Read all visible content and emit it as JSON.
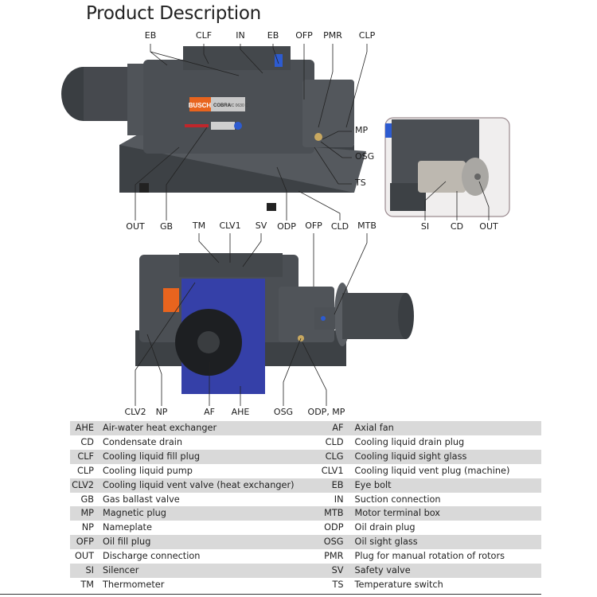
{
  "title": "Product Description",
  "figure1": {
    "brand_plate": {
      "brand": "BUSCH",
      "model": "COBRA",
      "model_code": "NC 0630 C"
    },
    "labels": {
      "eb_left": "EB",
      "clf": "CLF",
      "in": "IN",
      "eb_right": "EB",
      "ofp": "OFP",
      "pmr": "PMR",
      "clp": "CLP",
      "mp": "MP",
      "osg": "OSG",
      "ts": "TS",
      "out": "OUT",
      "gb": "GB",
      "odp": "ODP",
      "cld": "CLD"
    }
  },
  "inset": {
    "labels": {
      "si": "SI",
      "cd": "CD",
      "out": "OUT"
    }
  },
  "figure2": {
    "labels": {
      "tm": "TM",
      "clv1": "CLV1",
      "sv": "SV",
      "ofp": "OFP",
      "mtb": "MTB",
      "clv2": "CLV2",
      "np": "NP",
      "af": "AF",
      "ahe": "AHE",
      "osg": "OSG",
      "odp_mp": "ODP, MP"
    }
  },
  "legend": [
    {
      "code": "AHE",
      "desc": "Air-water heat exchanger",
      "code2": "AF",
      "desc2": "Axial fan"
    },
    {
      "code": "CD",
      "desc": "Condensate drain",
      "code2": "CLD",
      "desc2": "Cooling liquid drain plug"
    },
    {
      "code": "CLF",
      "desc": "Cooling liquid fill plug",
      "code2": "CLG",
      "desc2": "Cooling liquid sight glass"
    },
    {
      "code": "CLP",
      "desc": "Cooling liquid pump",
      "code2": "CLV1",
      "desc2": "Cooling liquid vent plug (machine)"
    },
    {
      "code": "CLV2",
      "desc": "Cooling liquid vent valve (heat exchanger)",
      "code2": "EB",
      "desc2": "Eye bolt"
    },
    {
      "code": "GB",
      "desc": "Gas ballast valve",
      "code2": "IN",
      "desc2": "Suction connection"
    },
    {
      "code": "MP",
      "desc": "Magnetic plug",
      "code2": "MTB",
      "desc2": "Motor terminal box"
    },
    {
      "code": "NP",
      "desc": "Nameplate",
      "code2": "ODP",
      "desc2": "Oil drain plug"
    },
    {
      "code": "OFP",
      "desc": "Oil fill plug",
      "code2": "OSG",
      "desc2": "Oil sight glass"
    },
    {
      "code": "OUT",
      "desc": "Discharge connection",
      "code2": "PMR",
      "desc2": "Plug for manual rotation of rotors"
    },
    {
      "code": "SI",
      "desc": "Silencer",
      "code2": "SV",
      "desc2": "Safety valve"
    },
    {
      "code": "TM",
      "desc": "Thermometer",
      "code2": "TS",
      "desc2": "Temperature switch"
    }
  ],
  "colors": {
    "body": "#4a4e53",
    "brand": "#e8641e",
    "fan_housing": "#3540a8",
    "inset_bg": "#f0eeee",
    "inset_border": "#9b8a8f"
  }
}
